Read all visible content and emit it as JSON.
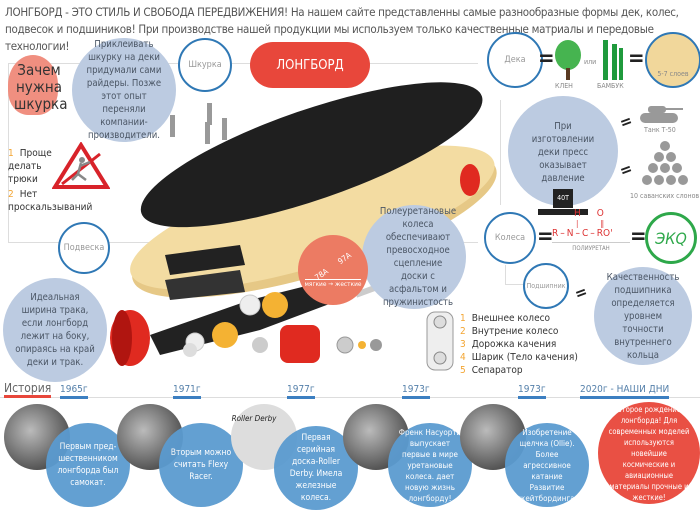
{
  "intro": "ЛОНГБОРД - ЭТО СТИЛЬ И СВОБОДА ПЕРЕДВИЖЕНИЯ! На нашем сайте представленны самые разнообразные формы дек, колес, подвесок и подшиников! При производстве нашей продукции мы используем только качественные матриалы и передовые технологии!",
  "title": "ЛОНГБОРД",
  "grip": {
    "question": "Зачем нужна шкурка",
    "info": "Приклеивать шкурку на деки придумали сами райдеры. Позже этот опыт переняли компании-производители.",
    "label": "Шкурка",
    "reasons": [
      {
        "num": "1",
        "text": "Проще делать трюки"
      },
      {
        "num": "2",
        "text": "Нет проскальзываний"
      }
    ]
  },
  "deck": {
    "label": "Дека",
    "or": "или",
    "maple": "КЛЕН",
    "bamboo": "БАМБУК",
    "layers": "5-7 слоев",
    "press_info": "При изготовлении деки пресс оказывает давление",
    "weight": "40Т",
    "tank": "Танк Т-50",
    "elephants": "10 саванских слонов"
  },
  "wheels": {
    "label": "Колеса",
    "formula": {
      "h": "H",
      "o": "O",
      "r": "R",
      "n": "N",
      "c": "C",
      "ro": "RO'"
    },
    "formula_caption": "ПОЛИУРЕТАН",
    "eco": "ЭКQ",
    "info": "Полеуретановые колеса обеспечивают превосходное сцепление доски с асфальтом и пружинистость",
    "hardness_soft": "78А",
    "hardness_hard": "97А",
    "hardness_caption": "мягкие → жесткие"
  },
  "bearing": {
    "label": "Подшипник",
    "info": "Качественность подшипника определяется уровнем точности внутреннего кольца",
    "parts": [
      {
        "num": "1",
        "text": "Внешнее колесо"
      },
      {
        "num": "2",
        "text": "Внутрение колесо"
      },
      {
        "num": "3",
        "text": "Дорожка качения"
      },
      {
        "num": "4",
        "text": "Шарик (Тело качения)"
      },
      {
        "num": "5",
        "text": "Сепаратор"
      }
    ]
  },
  "truck": {
    "label": "Подвеска",
    "info": "Идеальная ширина трака, если лонгборд лежит на боку, опираясь на край деки и трак."
  },
  "history": {
    "title": "История",
    "years": [
      "1965г",
      "1971г",
      "1977г",
      "1973г",
      "1973г",
      "2020г - НАШИ ДНИ"
    ],
    "events": [
      "Первым пред-шественником лонгборда был самокат.",
      "Вторым можно считать Flexy Racer.",
      "Первая серийная доска-Roller Derby. Имела железные колеса.",
      "Френк Насуорти выпускает первые в мире уретановые колеса. дает новую жизнь лонгборду!",
      "Изобретение щелчка (Ollie). Более агрессивное катание Развитие скейтбординга.",
      "Второе рождение лонгборда! Для современных моделей используются новейшие космические и авиационные материалы прочные и жесткие!"
    ],
    "photo3_caption": "Roller Derby"
  },
  "colors": {
    "red": "#e8473b",
    "blue_ring": "#2f78b5",
    "light_blue": "#bccbe1",
    "history_blue": "#5b9bd0",
    "green": "#2ea84a",
    "orange": "#f3a532"
  }
}
